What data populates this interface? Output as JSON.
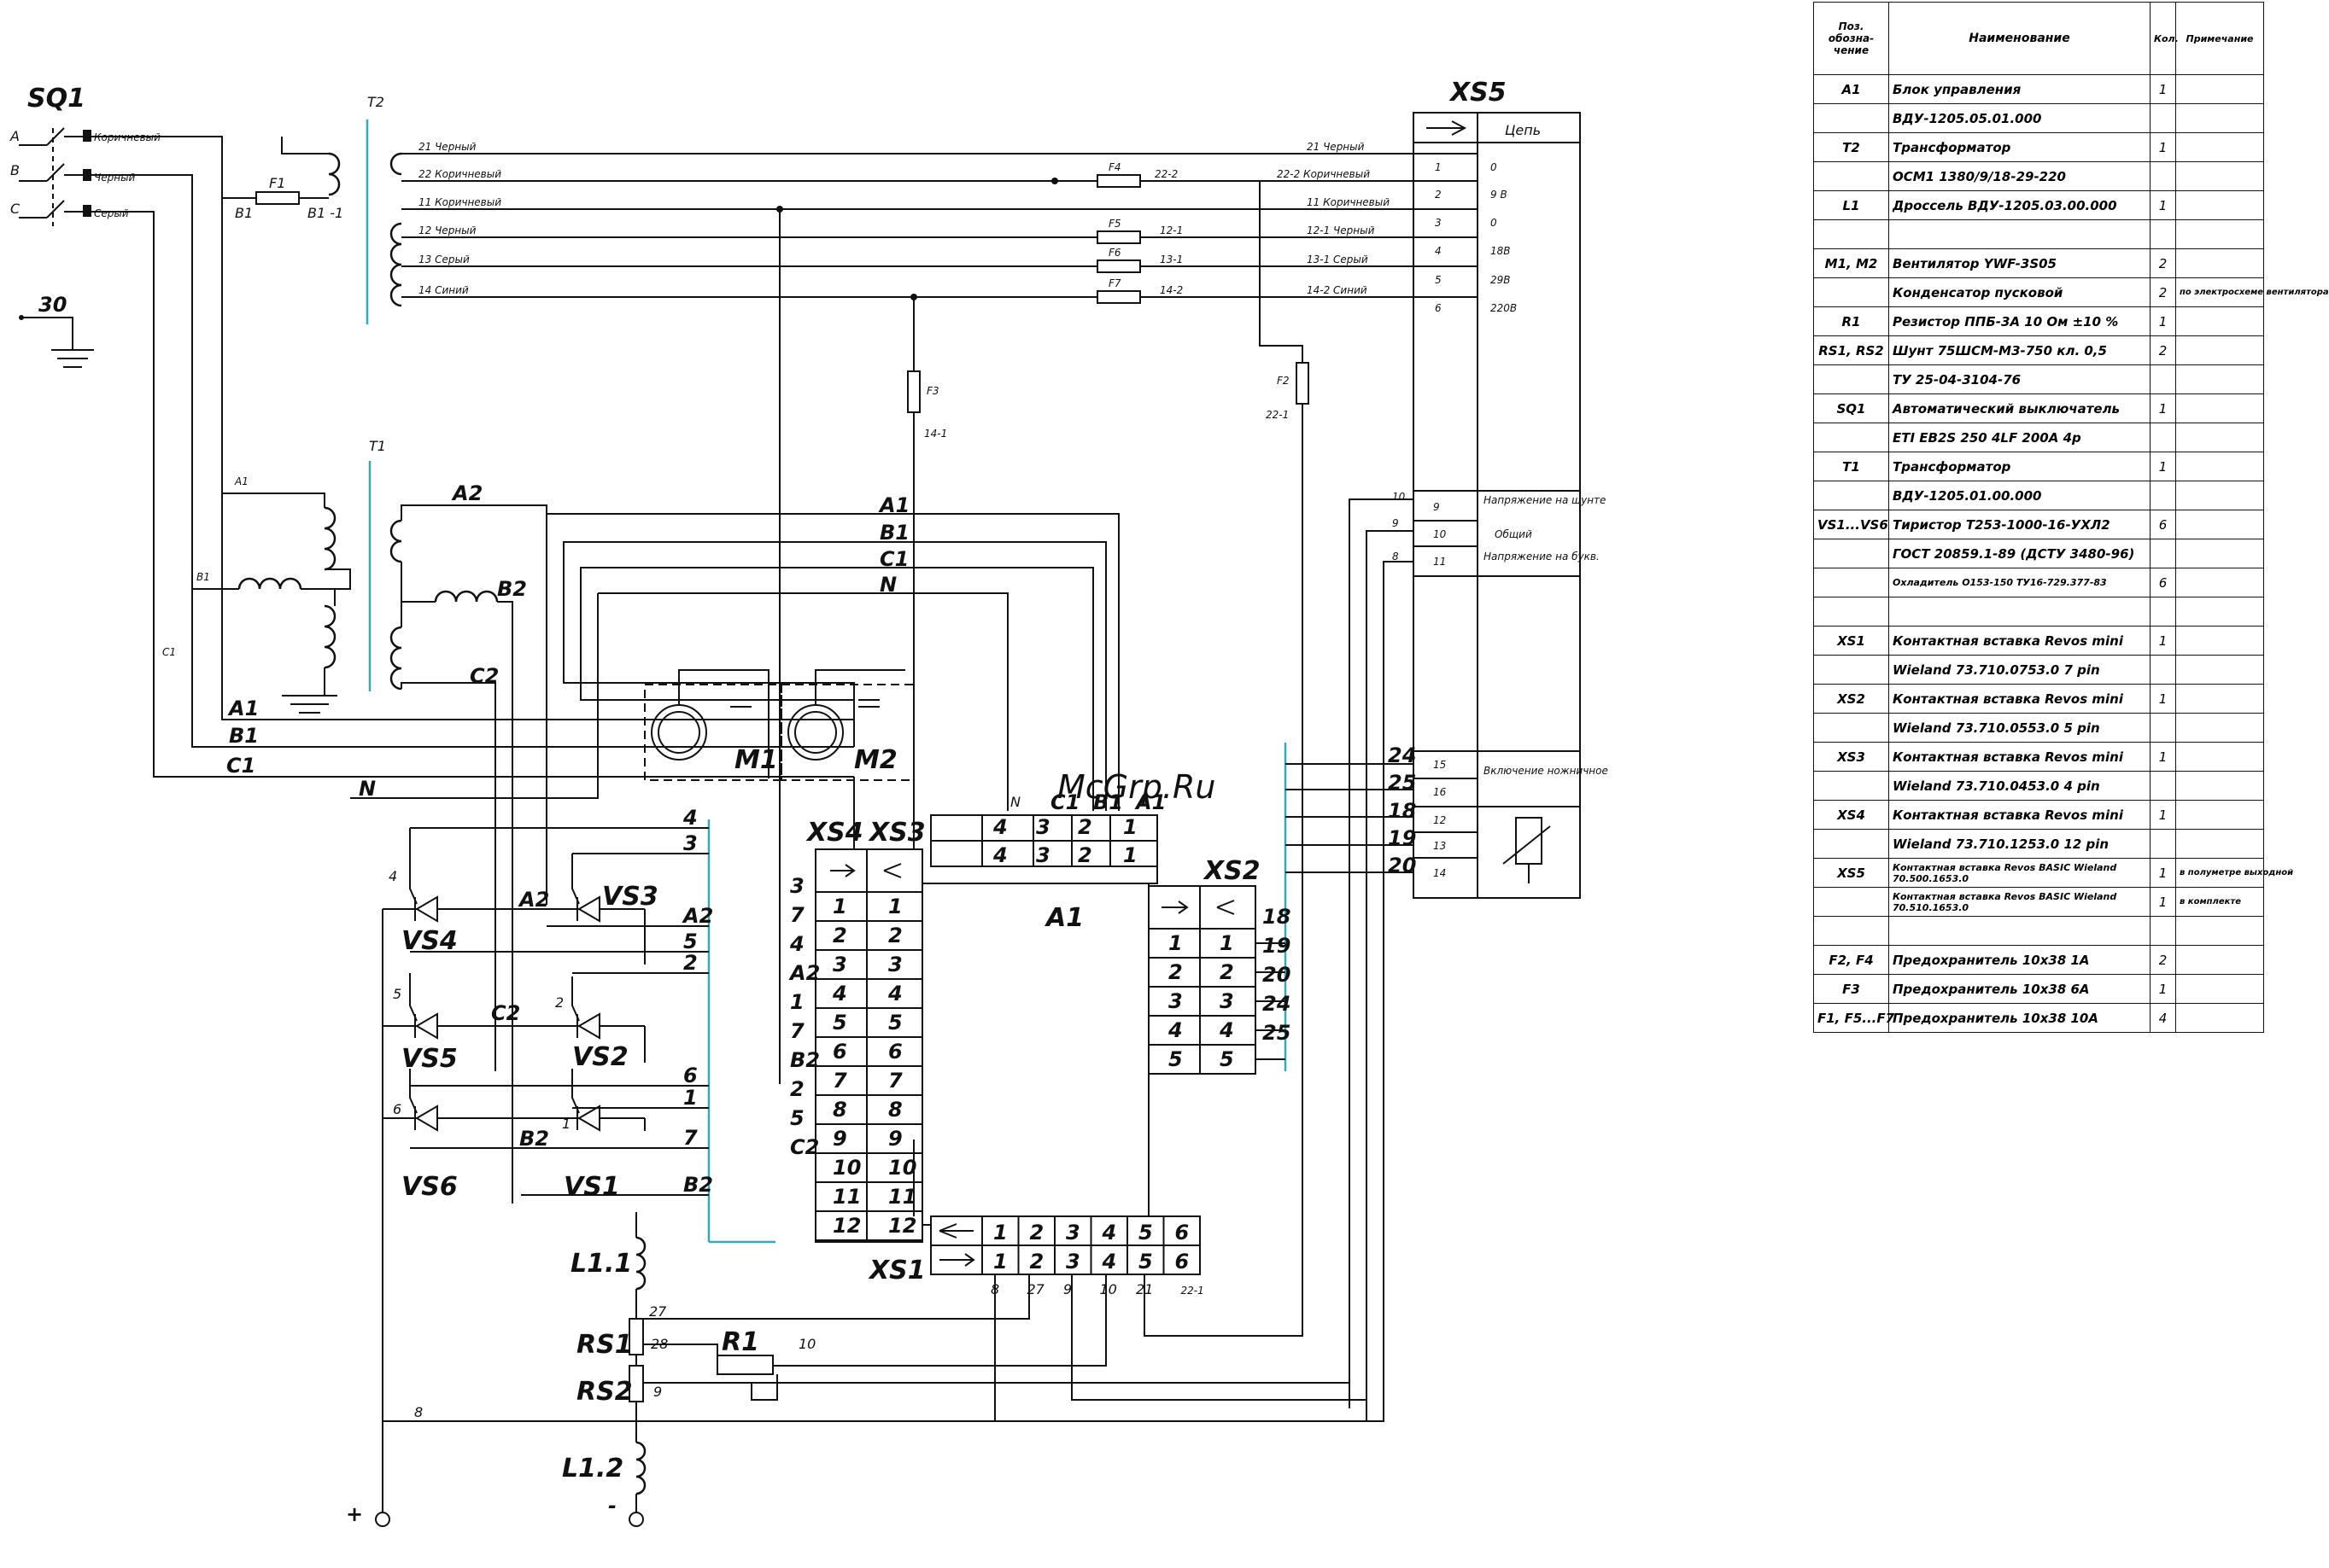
{
  "labels": {
    "sq1": "SQ1",
    "phase_a": "A",
    "phase_b": "B",
    "phase_c": "C",
    "wire_brown": "Коричневый",
    "wire_black": "Черный",
    "wire_grey": "Серый",
    "pe": "30",
    "t2": "T2",
    "t1": "T1",
    "f1": "F1",
    "b1": "B1",
    "b1_1": "B1 -1",
    "a1": "A1",
    "b1b": "B1",
    "c1": "C1",
    "a2": "A2",
    "b2": "B2",
    "c2": "C2",
    "n": "N",
    "xs5": "XS5",
    "xs4": "XS4",
    "xs3": "XS3",
    "xs2": "XS2",
    "xs1": "XS1",
    "a1_block": "A1",
    "m1": "M1",
    "m2": "M2",
    "f2": "F2",
    "f3": "F3",
    "f4": "F4",
    "f5": "F5",
    "f6": "F6",
    "f7": "F7",
    "f3_net": "14-1",
    "f2_net": "22-1",
    "vs1": "VS1",
    "vs2": "VS2",
    "vs3": "VS3",
    "vs4": "VS4",
    "vs5": "VS5",
    "vs6": "VS6",
    "l11": "L1.1",
    "l12": "L1.2",
    "rs1": "RS1",
    "rs2": "RS2",
    "r1": "R1",
    "plus": "+",
    "minus": "-"
  },
  "t2_wires": [
    {
      "left": "21 Черный",
      "right": "21 Черный",
      "fuse_net": ""
    },
    {
      "left": "22 Коричневый",
      "right": "22-2 Коричневый",
      "fuse_net": "22-2"
    },
    {
      "left": "11 Коричневый",
      "right": "11 Коричневый",
      "fuse_net": ""
    },
    {
      "left": "12 Черный",
      "right": "12-1 Черный",
      "fuse_net": "12-1"
    },
    {
      "left": "13 Серый",
      "right": "13-1 Серый",
      "fuse_net": "13-1"
    },
    {
      "left": "14 Синий",
      "right": "14-2 Синий",
      "fuse_net": "14-2"
    }
  ],
  "xs5": {
    "header": "Цепь",
    "pins": [
      {
        "pin": "1",
        "v": "0"
      },
      {
        "pin": "2",
        "v": "9 В"
      },
      {
        "pin": "3",
        "v": "0"
      },
      {
        "pin": "4",
        "v": "18В"
      },
      {
        "pin": "5",
        "v": "29В"
      },
      {
        "pin": "6",
        "v": "220В"
      }
    ],
    "lower_pins": [
      {
        "net": "10",
        "pin": "9",
        "text": "Напряжение на шунте"
      },
      {
        "net": "9",
        "pin": "10",
        "text": "Общий"
      },
      {
        "net": "8",
        "pin": "11",
        "text": "Напряжение на букв."
      }
    ],
    "bottom_pins": [
      {
        "net": "24",
        "pin": "15"
      },
      {
        "net": "25",
        "pin": "16"
      },
      {
        "net": "18",
        "pin": "12"
      },
      {
        "net": "19",
        "pin": "13"
      },
      {
        "net": "20",
        "pin": "14"
      }
    ],
    "bottom_text": "Включение ножничное"
  },
  "xs4_left": [
    "3",
    "7",
    "4",
    "A2",
    "1",
    "7",
    "B2",
    "2",
    "5",
    "C2"
  ],
  "xs4_pins": [
    "1",
    "2",
    "3",
    "4",
    "5",
    "6",
    "7",
    "8",
    "9",
    "10",
    "11",
    "12"
  ],
  "xs4_left_nets": [
    "4",
    "3",
    "A2",
    "5",
    "2",
    "6",
    "1",
    "7",
    "B2"
  ],
  "xs3_pins": [
    "4",
    "3",
    "2",
    "1"
  ],
  "xs2_pins": [
    "1",
    "2",
    "3",
    "4",
    "5"
  ],
  "xs2_nets": [
    "18",
    "19",
    "20",
    "24",
    "25"
  ],
  "xs1_pins": [
    "1",
    "2",
    "3",
    "4",
    "5",
    "6"
  ],
  "xs1_nets": [
    "8",
    "27",
    "9",
    "10",
    "21",
    "22-1"
  ],
  "bottom_nets": {
    "n27": "27",
    "n28": "28",
    "n10": "10",
    "n9": "9",
    "n8": "8"
  },
  "vs_pins": {
    "p4": "4",
    "p5": "5",
    "p6": "6",
    "p2": "2",
    "p1": "1",
    "a2": "A2",
    "c2": "C2",
    "b2": "B2"
  },
  "watermark": "McGrp.Ru",
  "table": {
    "headers": [
      "Поз. обозна- чение",
      "Наименование",
      "Кол.",
      "Примечание"
    ],
    "rows": [
      {
        "pos": "A1",
        "name": "Блок управления",
        "qty": "1",
        "note": ""
      },
      {
        "pos": "",
        "name": "ВДУ-1205.05.01.000",
        "qty": "",
        "note": ""
      },
      {
        "pos": "T2",
        "name": "Трансформатор",
        "qty": "1",
        "note": ""
      },
      {
        "pos": "",
        "name": "OCM1 1380/9/18-29-220",
        "qty": "",
        "note": ""
      },
      {
        "pos": "L1",
        "name": "Дроссель ВДУ-1205.03.00.000",
        "qty": "1",
        "note": ""
      },
      {
        "pos": "",
        "name": "",
        "qty": "",
        "note": ""
      },
      {
        "pos": "M1, M2",
        "name": "Вентилятор YWF-3S05",
        "qty": "2",
        "note": ""
      },
      {
        "pos": "",
        "name": "Конденсатор пусковой",
        "qty": "2",
        "note": "по электросхеме вентилятора"
      },
      {
        "pos": "R1",
        "name": "Резистор ППБ-3А 10 Ом ±10 %",
        "qty": "1",
        "note": ""
      },
      {
        "pos": "RS1, RS2",
        "name": "Шунт 75ШСМ-М3-750 кл. 0,5",
        "qty": "2",
        "note": ""
      },
      {
        "pos": "",
        "name": "ТУ 25-04-3104-76",
        "qty": "",
        "note": ""
      },
      {
        "pos": "SQ1",
        "name": "Автоматический выключатель",
        "qty": "1",
        "note": ""
      },
      {
        "pos": "",
        "name": "ETI EB2S 250 4LF 200A 4p",
        "qty": "",
        "note": ""
      },
      {
        "pos": "T1",
        "name": "Трансформатор",
        "qty": "1",
        "note": ""
      },
      {
        "pos": "",
        "name": "ВДУ-1205.01.00.000",
        "qty": "",
        "note": ""
      },
      {
        "pos": "VS1...VS6",
        "name": "Тиристор Т253-1000-16-УХЛ2",
        "qty": "6",
        "note": ""
      },
      {
        "pos": "",
        "name": "ГОСТ 20859.1-89 (ДСТУ 3480-96)",
        "qty": "",
        "note": ""
      },
      {
        "pos": "",
        "name": "Охладитель О153-150 ТУ16-729.377-83",
        "qty": "6",
        "note": ""
      },
      {
        "pos": "",
        "name": "",
        "qty": "",
        "note": ""
      },
      {
        "pos": "XS1",
        "name": "Контактная вставка Revos mini",
        "qty": "1",
        "note": ""
      },
      {
        "pos": "",
        "name": "Wieland 73.710.0753.0 7 pin",
        "qty": "",
        "note": ""
      },
      {
        "pos": "XS2",
        "name": "Контактная вставка Revos mini",
        "qty": "1",
        "note": ""
      },
      {
        "pos": "",
        "name": "Wieland 73.710.0553.0 5 pin",
        "qty": "",
        "note": ""
      },
      {
        "pos": "XS3",
        "name": "Контактная вставка Revos mini",
        "qty": "1",
        "note": ""
      },
      {
        "pos": "",
        "name": "Wieland 73.710.0453.0 4 pin",
        "qty": "",
        "note": ""
      },
      {
        "pos": "XS4",
        "name": "Контактная вставка Revos mini",
        "qty": "1",
        "note": ""
      },
      {
        "pos": "",
        "name": "Wieland 73.710.1253.0 12 pin",
        "qty": "",
        "note": ""
      },
      {
        "pos": "XS5",
        "name": "Контактная вставка Revos BASIC Wieland 70.500.1653.0",
        "qty": "1",
        "note": "в полуметре выходной"
      },
      {
        "pos": "",
        "name": "Контактная вставка Revos BASIC Wieland 70.510.1653.0",
        "qty": "1",
        "note": "в комплекте"
      },
      {
        "pos": "",
        "name": "",
        "qty": "",
        "note": ""
      },
      {
        "pos": "F2, F4",
        "name": "Предохранитель 10х38 1А",
        "qty": "2",
        "note": ""
      },
      {
        "pos": "F3",
        "name": "Предохранитель 10х38 6А",
        "qty": "1",
        "note": ""
      },
      {
        "pos": "F1, F5...F7",
        "name": "Предохранитель 10х38 10А",
        "qty": "4",
        "note": ""
      }
    ]
  }
}
